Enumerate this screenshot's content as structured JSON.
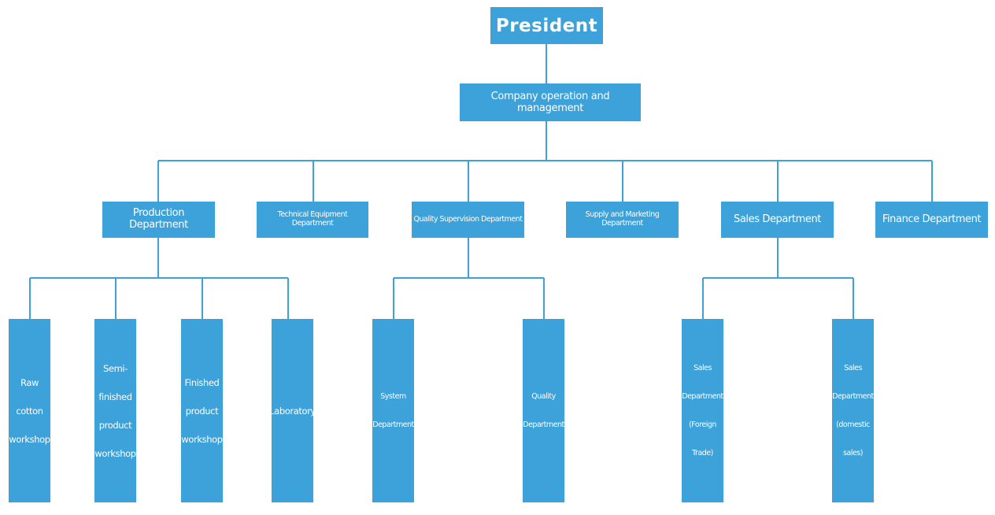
{
  "org_chart": {
    "root": "President",
    "management": "Company operation and management",
    "departments": [
      "Production Department",
      "Technical Equipment Department",
      "Quality Supervision Department",
      "Supply and Marketing Department",
      "Sales Department",
      "Finance Department"
    ],
    "production_units": [
      "Raw cotton workshop",
      "Semi-finished product workshop",
      "Finished product workshop",
      "Laboratory"
    ],
    "quality_units": [
      "System Department",
      "Quality Department"
    ],
    "sales_units": [
      "Sales Department (Foreign Trade)",
      "Sales Department (domestic sales)"
    ]
  },
  "colors": {
    "node_fill": "#3da1da",
    "node_text": "#ffffff",
    "connector": "#3da1da"
  }
}
